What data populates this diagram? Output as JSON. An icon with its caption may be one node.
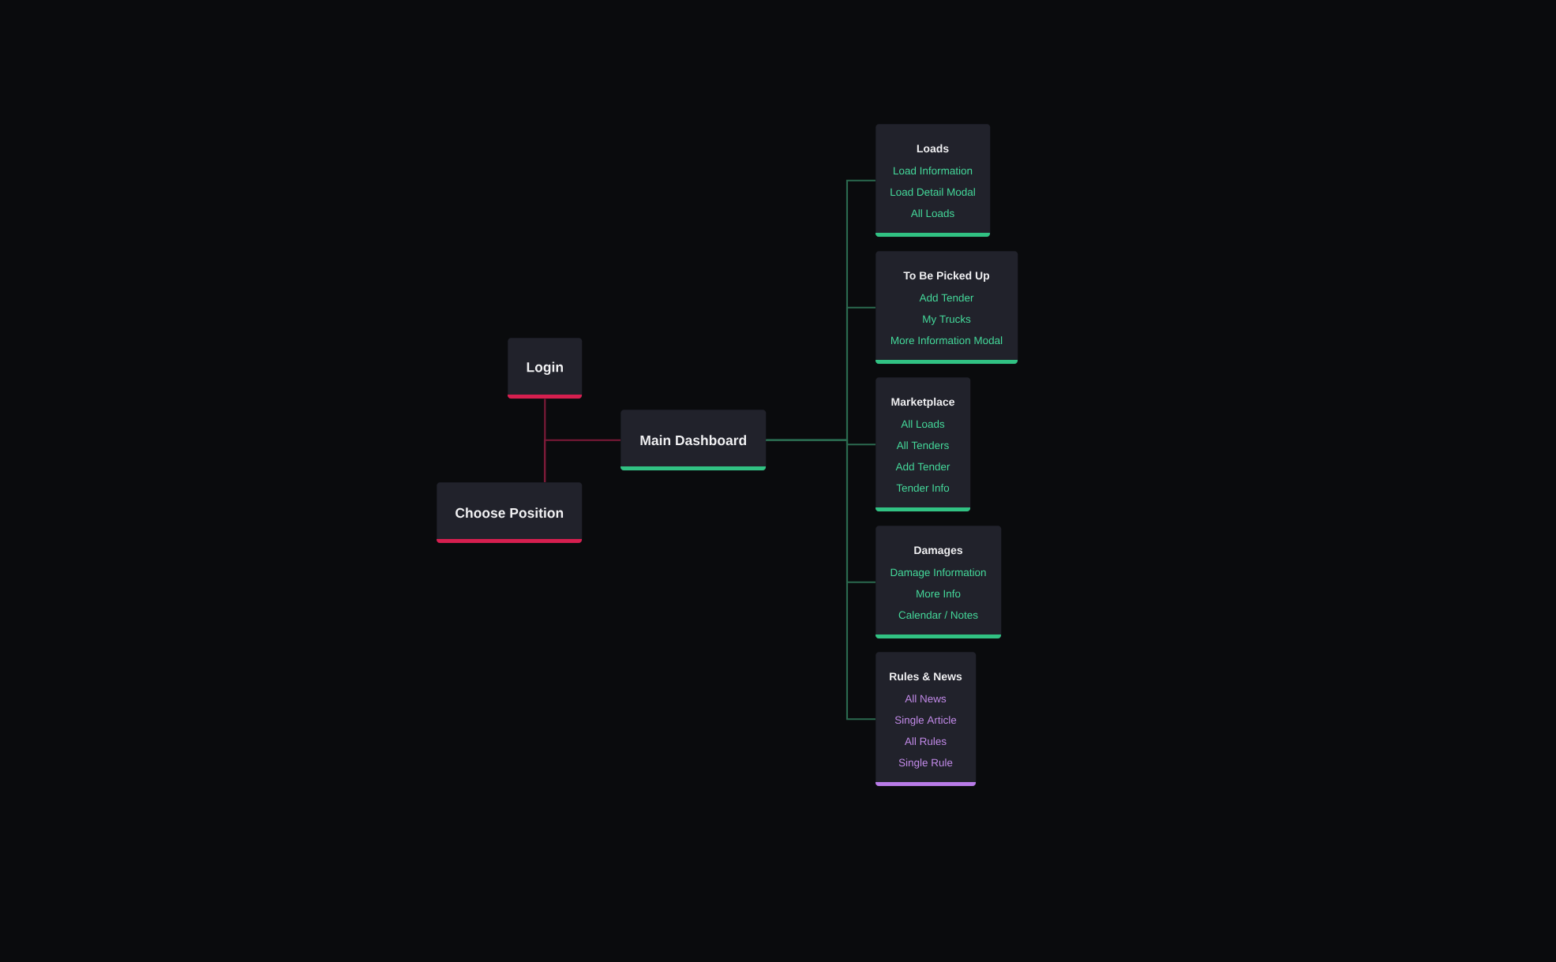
{
  "diagram": {
    "nodes": [
      {
        "text": [
          "Login"
        ]
      },
      {
        "text": [
          "Choose Position"
        ]
      },
      {
        "text": [
          "Main Dashboard"
        ]
      },
      {
        "text": [
          "Loads",
          "Load Information",
          "Load Detail Modal",
          "All Loads"
        ]
      },
      {
        "text": [
          "To Be Picked Up",
          "Add Tender",
          "My Trucks",
          "More Information Modal"
        ]
      },
      {
        "text": [
          "Marketplace",
          "All Loads",
          "All Tenders",
          "Add Tender",
          "Tender Info"
        ]
      },
      {
        "text": [
          "Damages",
          "Damage Information",
          "More Info",
          "Calendar / Notes"
        ]
      },
      {
        "text": [
          "Rules & News",
          "All News",
          "Single Article",
          "All Rules",
          "Single Rule"
        ]
      }
    ],
    "edges": [
      {
        "from": 0,
        "to": 1,
        "arrow": "none",
        "color": "#7d1a38"
      },
      {
        "from": 1,
        "to": 2,
        "arrow": "none",
        "color": "#7d1a38"
      },
      {
        "from": 2,
        "to": 3,
        "arrow": "none"
      },
      {
        "from": 2,
        "to": 4,
        "arrow": "none"
      },
      {
        "from": 2,
        "to": 5,
        "arrow": "none"
      },
      {
        "from": 2,
        "to": 6,
        "arrow": "none"
      },
      {
        "from": 2,
        "to": 7,
        "arrow": "none"
      }
    ]
  }
}
